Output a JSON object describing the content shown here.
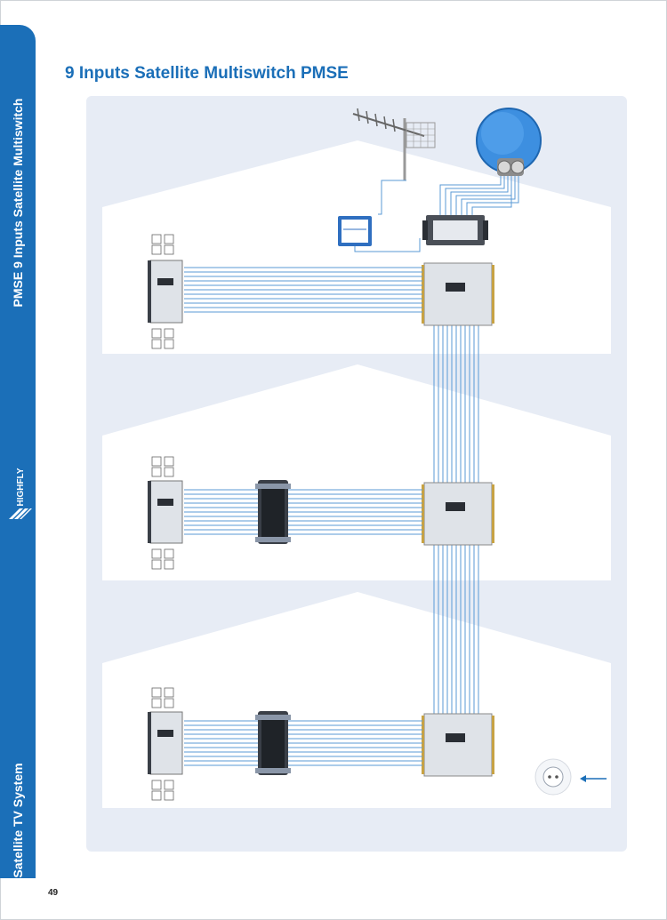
{
  "sidebar": {
    "title": "PMSE 9 Inputs Satellite Multiswitch",
    "brand": "HIGHFLY",
    "section": "Satellite TV System"
  },
  "page": {
    "title": "9 Inputs Satellite Multiswitch PMSE",
    "number": "49"
  },
  "colors": {
    "brand_blue": "#1b6fb8",
    "panel": "#e7ecf5",
    "cable": "#5a9ad6"
  },
  "diagram": {
    "floors": [
      {
        "amplifier": false
      },
      {
        "amplifier": true
      },
      {
        "amplifier": true
      }
    ],
    "icons": [
      "terrestrial-antenna-icon",
      "satellite-dish-icon",
      "lnb-icon",
      "power-supply-icon",
      "multiswitch-icon",
      "amplifier-icon",
      "tv-outlet-icon",
      "wall-socket-icon"
    ]
  }
}
